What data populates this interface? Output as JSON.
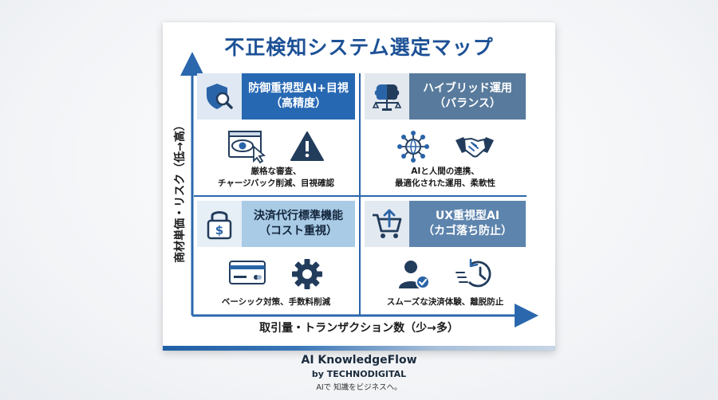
{
  "title": "不正検知システム選定マップ",
  "y_axis_label": "商材単価・リスク（低→高）",
  "x_axis_label": "取引量・トランザクション数（少→多）",
  "colors": {
    "title": "#1d5196",
    "axis": "#2b67ad",
    "q1_head": "#2768b3",
    "q2_head": "#587a9c",
    "q3_head": "#a9cbe6",
    "q4_head": "#5d84ad",
    "icon_dark": "#223c5c",
    "icon_blue": "#2a64a8"
  },
  "quadrants": {
    "top_left": {
      "title_line1": "防御重視型AI+目視",
      "title_line2": "（高精度）",
      "desc_line1": "厳格な審査、",
      "desc_line2": "チャージバック削減、目視確認",
      "icons": [
        "shield-search-icon",
        "eye-screen-icon",
        "warning-icon"
      ]
    },
    "top_right": {
      "title_line1": "ハイブリッド運用",
      "title_line2": "（バランス）",
      "desc_line1": "AIと人間の連携、",
      "desc_line2": "最適化された運用、柔軟性",
      "icons": [
        "brain-scale-icon",
        "network-icon",
        "handshake-icon"
      ]
    },
    "bottom_left": {
      "title_line1": "決済代行標準機能",
      "title_line2": "（コスト重視）",
      "desc_line1": "ベーシック対策、手数料削減",
      "icons": [
        "lock-dollar-icon",
        "credit-card-icon",
        "gear-icon"
      ]
    },
    "bottom_right": {
      "title_line1": "UX重視型AI",
      "title_line2": "（カゴ落ち防止）",
      "desc_line1": "スムーズな決済体験、離脱防止",
      "icons": [
        "cart-icon",
        "user-check-icon",
        "fast-clock-icon"
      ]
    }
  },
  "footer": {
    "brand": "AI KnowledgeFlow",
    "by": "by TECHNODIGITAL",
    "tagline": "AIで 知識をビジネスへ。"
  }
}
